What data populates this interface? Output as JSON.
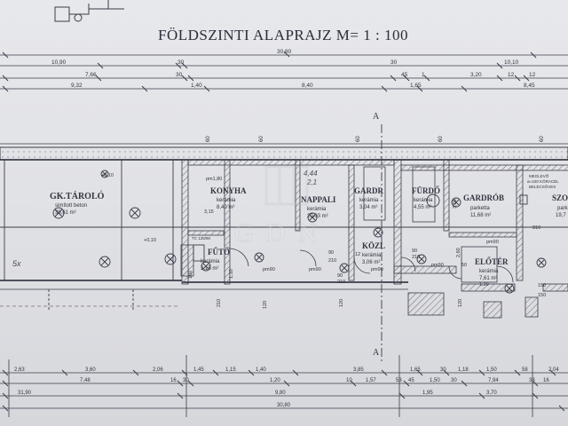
{
  "title": "FÖLDSZINTI ALAPRAJZ M= 1 : 100",
  "watermark": "GDN",
  "section_marks": [
    "A",
    "A"
  ],
  "top_dims": {
    "row1": [
      "30,80"
    ],
    "row2": [
      "10,90",
      "30",
      "30",
      "10,10"
    ],
    "row3": [
      "7,66",
      "30",
      "45",
      "1",
      "3,20",
      "12",
      "12"
    ],
    "row4": [
      "9,32",
      "1,40",
      "8,40",
      "1,65",
      "8,45"
    ],
    "marks_60": [
      "60",
      "60",
      "60",
      "60",
      "60"
    ]
  },
  "rooms": [
    {
      "name": "GK.TÁROLÓ",
      "floor": "simított beton",
      "area": "38,61 m²"
    },
    {
      "name": "KONYHA",
      "floor": "kerámia",
      "area": "8,40 m²"
    },
    {
      "name": "NAPPALI",
      "floor": "kerámia",
      "area": "20,03 m²"
    },
    {
      "name": "GARDR",
      "floor": "kerámia",
      "area": "3,04 m²"
    },
    {
      "name": "FÜRDŐ",
      "floor": "kerámia",
      "area": "4,55 m²"
    },
    {
      "name": "GARDRÓB",
      "floor": "parketta",
      "area": "11,68 m²"
    },
    {
      "name": "SZO",
      "floor": "park",
      "area": "19,7"
    },
    {
      "name": "FŰTŐ",
      "floor": "kerámia",
      "area": "3,15 m²"
    },
    {
      "name": "KÖZL",
      "floor": "kerámia",
      "area": "3,06 m²"
    },
    {
      "name": "ELŐTÉR",
      "floor": "kerámia",
      "area": "7,61 m²"
    }
  ],
  "notes": {
    "level1": "+0,10",
    "level2": "+0,10",
    "pm180": "pm1,80",
    "pm90_list": [
      "pm90",
      "pm90",
      "pm90",
      "pm90",
      "pm90"
    ],
    "tc": "TC 125/90",
    "meglevo": "MEGLEVŐ",
    "koracel": "ø=150 KÖRACÉL",
    "belecsoves": "BELECSÖVES",
    "small_dims": [
      "90",
      "210",
      "90",
      "210",
      "90",
      "210",
      "150",
      "150",
      "120",
      "120",
      "120",
      "210",
      "50",
      "1,20",
      "810",
      "160",
      "3,03",
      "2,60",
      "1,10",
      "12",
      "3,15"
    ],
    "handwriting_a": "5x",
    "handwriting_b": "4,44",
    "handwriting_c": "2,1"
  },
  "bottom_dims": {
    "row1": [
      "2,63",
      "3,60",
      "2,06",
      "1,45",
      "1,15",
      "1,40",
      "3,85",
      "1,65",
      "30",
      "1,18",
      "1,50",
      "58",
      "2,04"
    ],
    "row2": [
      "7,48",
      "16",
      "30",
      "1,20",
      "10",
      "1,57",
      "53",
      "45",
      "1,50",
      "30",
      "7,94",
      "38",
      "16"
    ],
    "row3": [
      "31,90",
      "9,80",
      "1,95",
      "3,70"
    ],
    "row4": [
      "30,80"
    ]
  },
  "colors": {
    "line": "#3b3c48",
    "hatch": "#6c6d78",
    "paper": "#e3e4e8"
  }
}
